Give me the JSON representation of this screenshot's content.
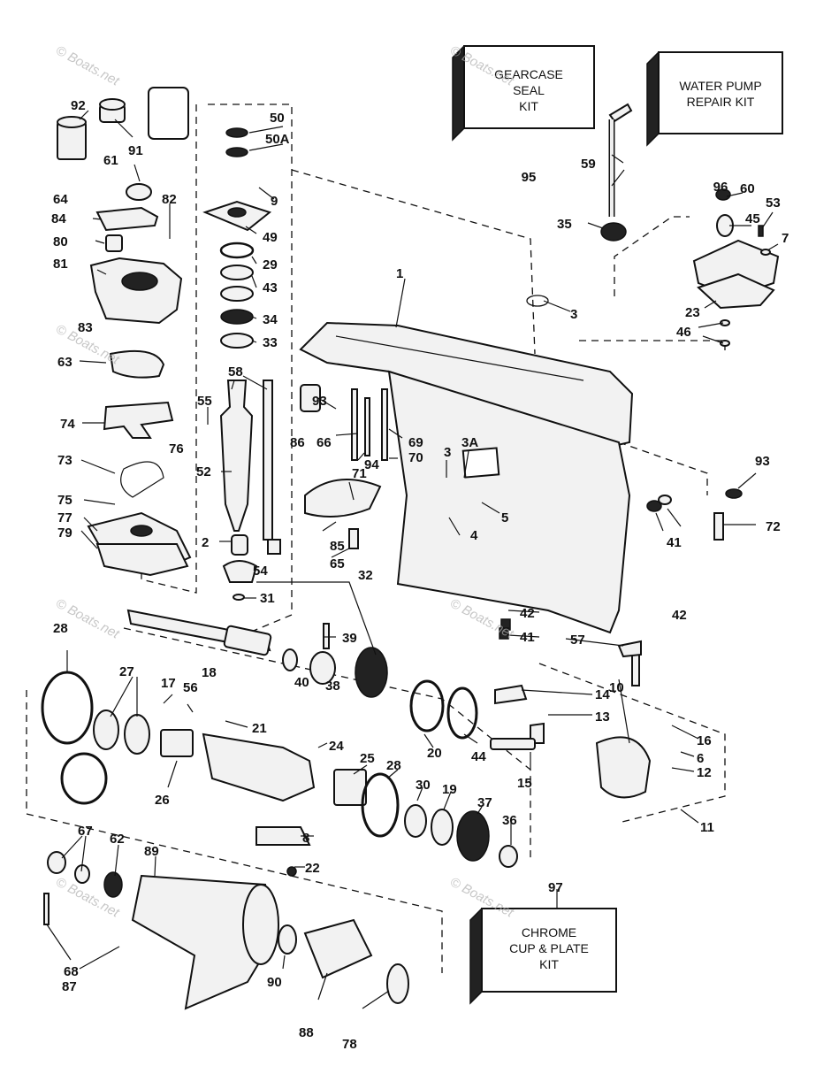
{
  "kits": [
    {
      "id": "gearcase-seal-kit",
      "lines": [
        "GEARCASE",
        "SEAL",
        "KIT"
      ],
      "ref": "95"
    },
    {
      "id": "water-pump-repair-kit",
      "lines": [
        "WATER PUMP",
        "REPAIR KIT"
      ],
      "ref": "96"
    },
    {
      "id": "chrome-cup-plate-kit",
      "lines": [
        "CHROME",
        "CUP & PLATE",
        "KIT"
      ],
      "ref": "97"
    }
  ],
  "part_labels": [
    "92",
    "91",
    "50",
    "50A",
    "61",
    "9",
    "64",
    "82",
    "84",
    "49",
    "80",
    "29",
    "81",
    "43",
    "34",
    "83",
    "33",
    "63",
    "58",
    "55",
    "74",
    "86",
    "93",
    "66",
    "69",
    "76",
    "94",
    "70",
    "3",
    "3A",
    "73",
    "52",
    "71",
    "75",
    "77",
    "85",
    "79",
    "65",
    "2",
    "54",
    "32",
    "31",
    "42",
    "41",
    "28",
    "18",
    "39",
    "57",
    "27",
    "17",
    "56",
    "21",
    "40",
    "38",
    "20",
    "44",
    "14",
    "13",
    "10",
    "16",
    "6",
    "24",
    "25",
    "28",
    "30",
    "19",
    "37",
    "12",
    "15",
    "26",
    "36",
    "11",
    "67",
    "62",
    "89",
    "8",
    "22",
    "97",
    "68",
    "87",
    "90",
    "88",
    "78",
    "1",
    "3",
    "23",
    "46",
    "60",
    "53",
    "45",
    "7",
    "59",
    "35",
    "93",
    "42",
    "72",
    "41",
    "4",
    "5"
  ],
  "watermark": "© Boats.net"
}
